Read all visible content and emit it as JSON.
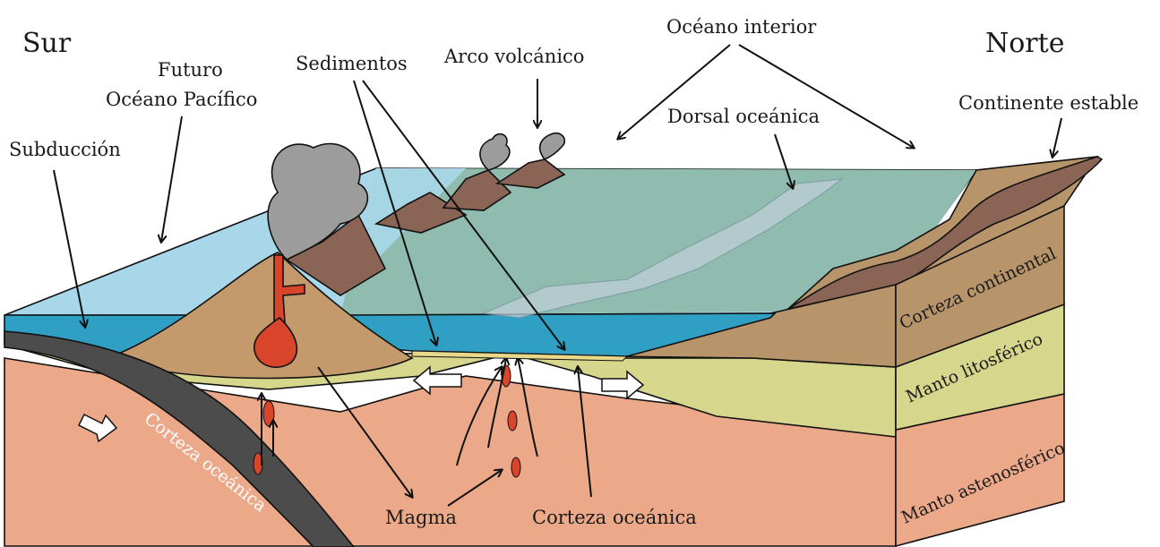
{
  "labels": {
    "sur": "Sur",
    "norte": "Norte",
    "futuro_1": "Futuro",
    "futuro_2": "Océano Pacífico",
    "subduccion": "Subducción",
    "sedimentos": "Sedimentos",
    "arco_volcanico": "Arco volcánico",
    "oceano_interior": "Océano interior",
    "dorsal_oceanica": "Dorsal oceánica",
    "continente_estable": "Continente estable",
    "corteza_continental": "Corteza continental",
    "manto_litosferico": "Manto litosférico",
    "manto_astenosferico": "Manto astenosférico",
    "corteza_oceanica_slab": "Corteza oceánica",
    "magma": "Magma",
    "corteza_oceanica": "Corteza oceánica"
  },
  "colors": {
    "ocean_surface": "#a9d7ea",
    "ocean_deep": "#2f9fc4",
    "inner_sea": "#7fb3a6",
    "continental_crust": "#b8946a",
    "lithospheric_mantle": "#d6d68d",
    "asthenosphere": "#eba98a",
    "volcano": "#8a6454",
    "slab": "#4c4c4c",
    "magma": "#d8452b",
    "smoke": "#9c9c9c"
  }
}
